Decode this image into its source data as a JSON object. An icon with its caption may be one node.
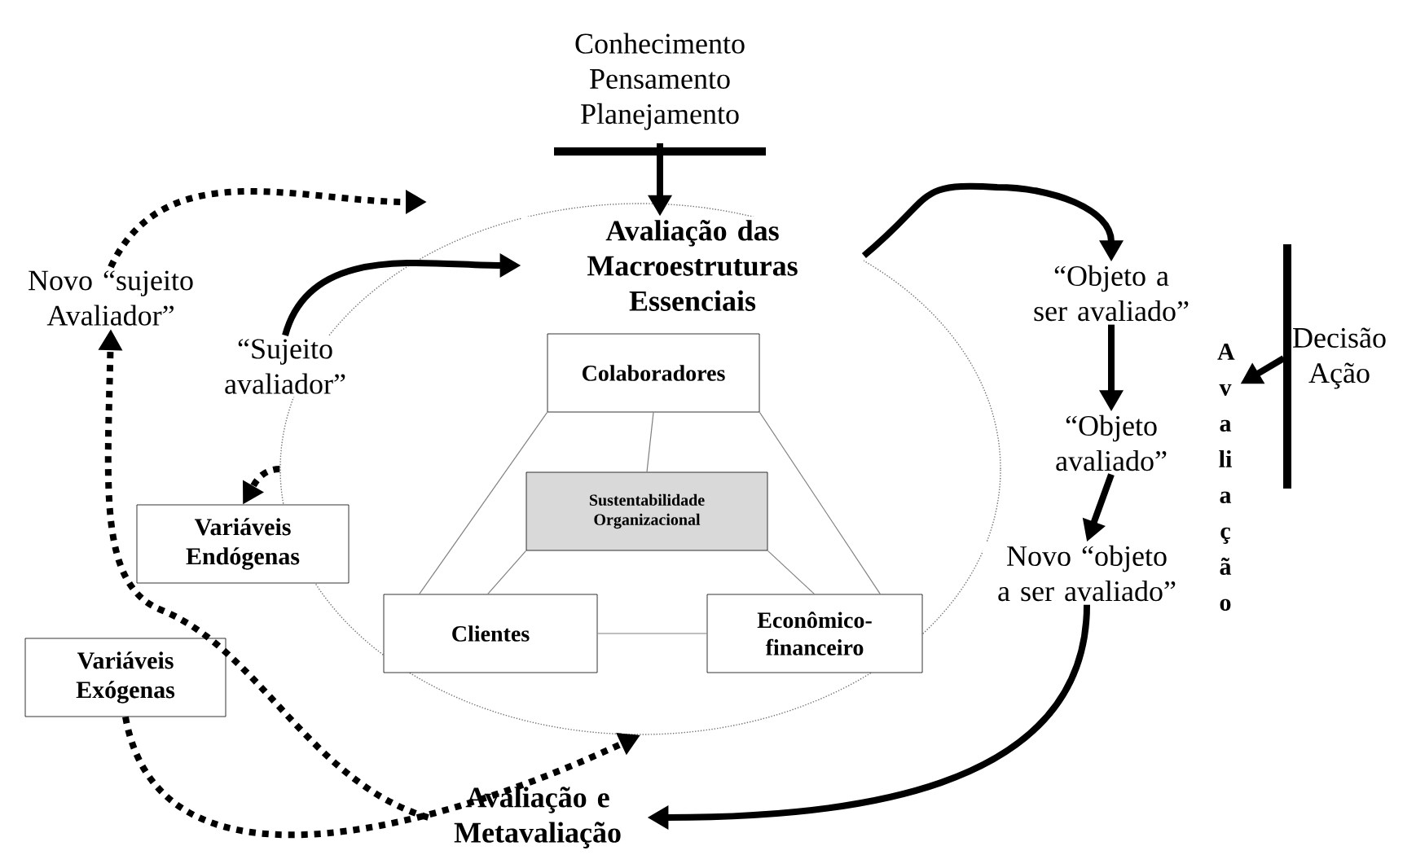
{
  "diagram": {
    "nodes": [
      {
        "text": [
          "Conhecimento Pensamento Planejamento"
        ]
      },
      {
        "text": [],
        "shape": "ellipse"
      },
      {
        "text": [
          "Avaliação das Macroestruturas Essenciais"
        ],
        "in": 1
      },
      {
        "text": [
          "Colaboradores"
        ],
        "in": 1
      },
      {
        "text": [
          "Sustentabilidade Organizacional"
        ],
        "in": 1
      },
      {
        "text": [
          "Clientes"
        ],
        "in": 1
      },
      {
        "text": [
          "Econômico-financeiro"
        ],
        "in": 1
      },
      {
        "text": [
          "Novo “sujeito Avaliador”"
        ]
      },
      {
        "text": [
          "“Sujeito avaliador”"
        ]
      },
      {
        "text": [
          "Variáveis Endógenas"
        ]
      },
      {
        "text": [
          "Variáveis Exógenas"
        ]
      },
      {
        "text": [
          "“Objeto a ser avaliado”"
        ]
      },
      {
        "text": [
          "“Objeto avaliado”"
        ]
      },
      {
        "text": [
          "Novo “objeto a ser avaliado”"
        ]
      },
      {
        "text": [
          "Avaliação e Metavaliação"
        ]
      },
      {
        "text": [
          "Decisão Ação"
        ]
      },
      {
        "text": [
          "Avaliação"
        ]
      }
    ],
    "edges": [
      {
        "from": 0,
        "to": 2,
        "arrow": "to"
      },
      {
        "from": 8,
        "to": 2,
        "arrow": "to"
      },
      {
        "from": 2,
        "to": 11,
        "arrow": "to"
      },
      {
        "from": 11,
        "to": 12,
        "arrow": "to"
      },
      {
        "from": 12,
        "to": 13,
        "arrow": "to"
      },
      {
        "from": 13,
        "to": 14,
        "arrow": "to"
      },
      {
        "from": 15,
        "to": 16,
        "arrow": "to"
      },
      {
        "from": 7,
        "to": null,
        "arrow": "to",
        "style": "dashed"
      },
      {
        "from": 14,
        "to": 7,
        "arrow": "to",
        "style": "dashed"
      },
      {
        "from": 1,
        "to": 9,
        "arrow": "to",
        "style": "dashed"
      },
      {
        "from": 10,
        "to": 1,
        "arrow": "to",
        "style": "dashed"
      },
      {
        "from": 3,
        "to": 4,
        "arrow": "none",
        "color": "#808080"
      },
      {
        "from": 3,
        "to": 5,
        "arrow": "none",
        "color": "#808080"
      },
      {
        "from": 3,
        "to": 6,
        "arrow": "none",
        "color": "#808080"
      },
      {
        "from": 4,
        "to": 5,
        "arrow": "none",
        "color": "#808080"
      },
      {
        "from": 4,
        "to": 6,
        "arrow": "none",
        "color": "#808080"
      },
      {
        "from": 5,
        "to": 6,
        "arrow": "none",
        "color": "#808080"
      }
    ]
  }
}
